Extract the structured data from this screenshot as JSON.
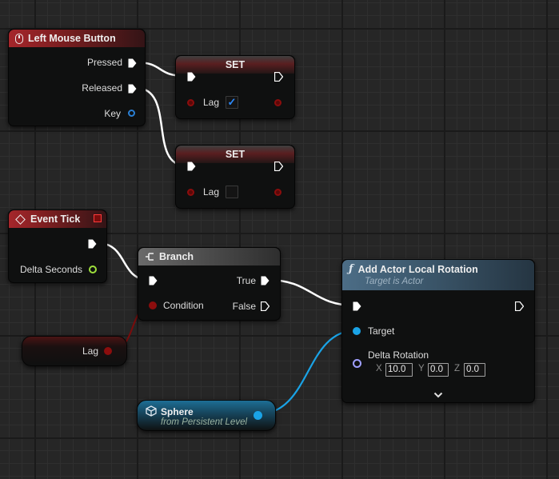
{
  "nodes": {
    "lmb": {
      "title": "Left Mouse Button",
      "pins": {
        "pressed": "Pressed",
        "released": "Released",
        "key": "Key"
      }
    },
    "set1": {
      "title": "SET",
      "var_label": "Lag",
      "checked": true,
      "check_mark": "✓"
    },
    "set2": {
      "title": "SET",
      "var_label": "Lag",
      "checked": false,
      "check_mark": ""
    },
    "event_tick": {
      "title": "Event Tick",
      "pins": {
        "delta": "Delta Seconds"
      }
    },
    "branch": {
      "title": "Branch",
      "pins": {
        "true": "True",
        "false": "False",
        "condition": "Condition"
      }
    },
    "get_lag": {
      "label": "Lag"
    },
    "add_rotation": {
      "title": "Add Actor Local Rotation",
      "subtitle": "Target is Actor",
      "pins": {
        "target": "Target",
        "delta_rotation": "Delta Rotation"
      },
      "rotation": {
        "x_label": "X",
        "x": "10.0",
        "y_label": "Y",
        "y": "0.0",
        "z_label": "Z",
        "z": "0.0"
      },
      "expand_icon": "chevron-down-icon"
    },
    "sphere": {
      "title": "Sphere",
      "subtitle": "from Persistent Level"
    }
  },
  "colors": {
    "exec": "#ffffff",
    "bool": "#8c0d0d",
    "object": "#1aa3e6",
    "struct": "#a0a0ff",
    "float": "#9ee03c",
    "key": "#2a7fd4",
    "accent_checkbox": "#2d8bff"
  }
}
